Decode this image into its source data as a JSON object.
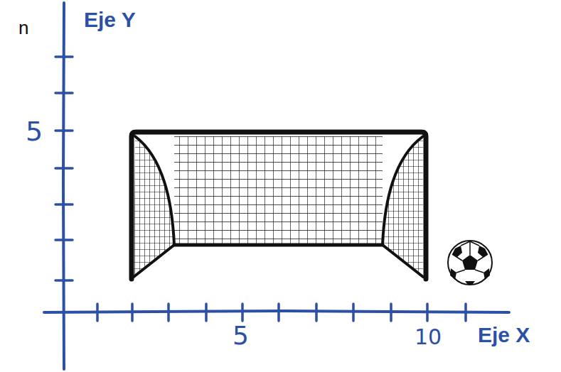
{
  "diagram": {
    "labels": [
      "n",
      "Eje Y",
      "5",
      "5",
      "10",
      "Eje X"
    ]
  }
}
